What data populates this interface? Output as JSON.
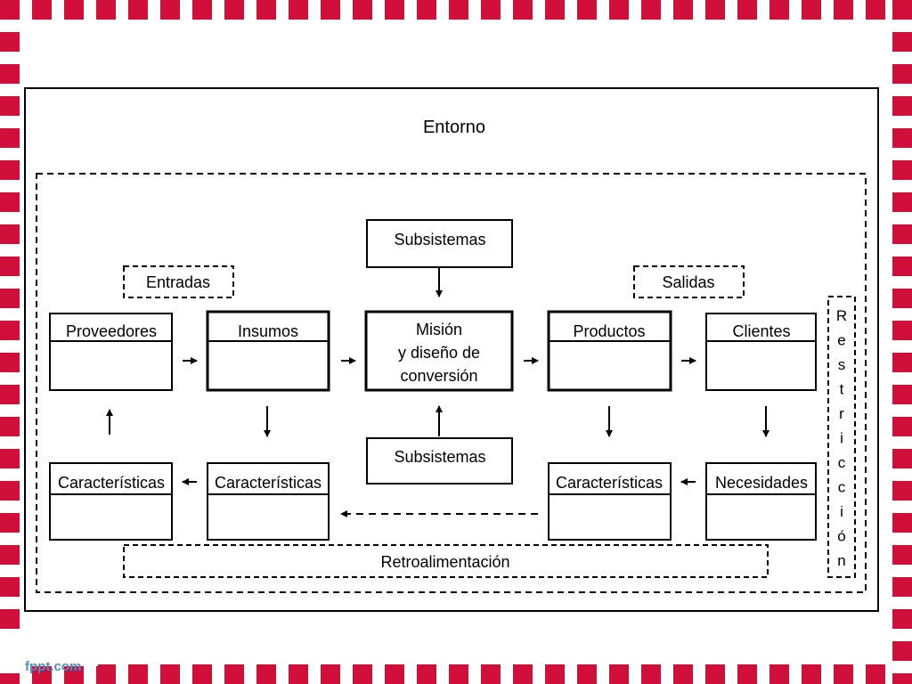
{
  "diagram": {
    "title": "Entorno",
    "entradas_label": "Entradas",
    "salidas_label": "Salidas",
    "subsistemas_top": "Subsistemas",
    "subsistemas_bottom": "Subsistemas",
    "retroalimentacion": "Retroalimentación",
    "restriccion_letters": [
      "R",
      "e",
      "s",
      "t",
      "r",
      "i",
      "c",
      "c",
      "i",
      "ó",
      "n"
    ],
    "boxes": {
      "proveedores": "Proveedores",
      "insumos": "Insumos",
      "mision_line1": "Misión",
      "mision_line2": "y diseño de",
      "mision_line3": "conversión",
      "productos": "Productos",
      "clientes": "Clientes",
      "caracteristicas_1": "Características",
      "caracteristicas_2": "Características",
      "caracteristicas_3": "Características",
      "necesidades": "Necesidades"
    }
  },
  "footer": {
    "brand": "fppt.com"
  },
  "colors": {
    "frame_red": "#d0103a",
    "brand_blue": "#4a90c8"
  }
}
